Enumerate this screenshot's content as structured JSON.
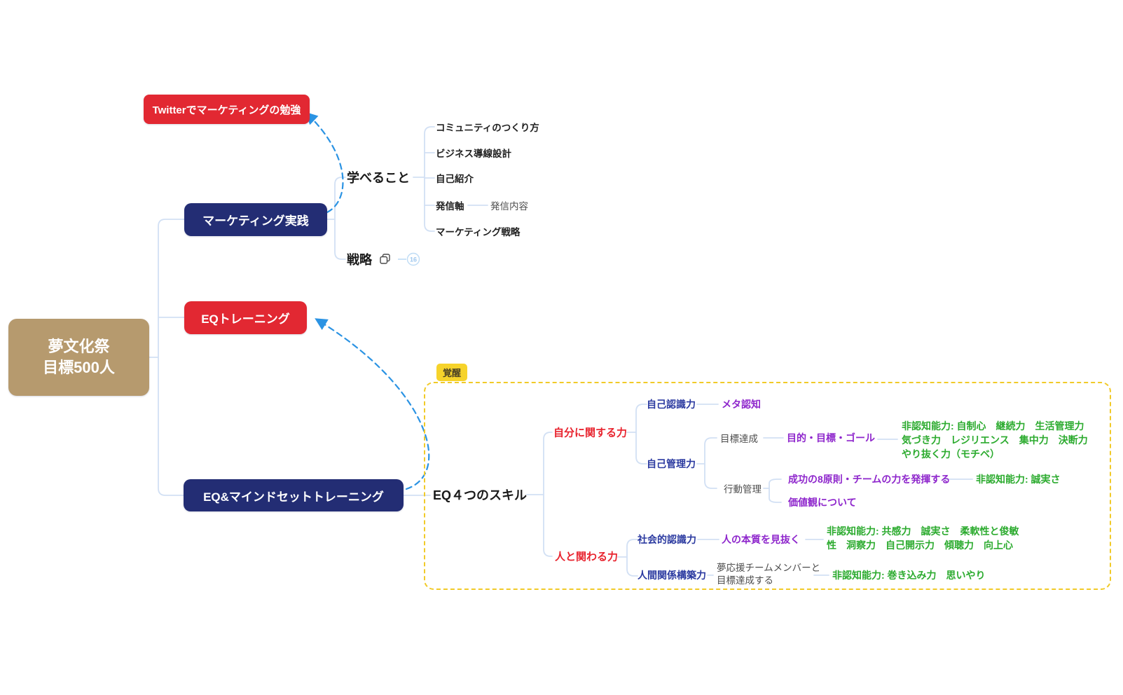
{
  "root": {
    "label": "夢文化祭\n目標500人"
  },
  "floating_topic": {
    "label": "Twitterでマーケティングの勉強"
  },
  "branches": {
    "marketing": "マーケティング実践",
    "eq_training": "EQトレーニング",
    "eq_mindset": "EQ&マインドセットトレーニング"
  },
  "learnable": {
    "label": "学べること",
    "children": [
      "コミュニティのつくり方",
      "ビジネス導線設計",
      "自己紹介",
      "発信軸",
      "マーケティング戦略"
    ],
    "hasshin_child": "発信内容"
  },
  "strategy": {
    "label": "戦略",
    "collapsed_count": "16"
  },
  "awakening_boundary": {
    "tag": "覚醒"
  },
  "eq4": {
    "label": "EQ４つのスキル",
    "self_branch": "自分に関する力",
    "people_branch": "人と関わる力",
    "self_awareness": "自己認識力",
    "metacognition": "メタ認知",
    "self_management": "自己管理力",
    "goal_achievement": "目標達成",
    "purpose_goal": "目的・目標・ゴール",
    "goal_noncognitive": "非認知能力: 自制心　継続力　生活管理力　気づき力　レジリエンス　集中力　決断力　やり抜く力（モチベ）",
    "behavior_management": "行動管理",
    "success_principles": "成功の8原則・チームの力を発揮する",
    "principles_noncognitive": "非認知能力: 誠実さ",
    "values": "価値観について",
    "social_awareness": "社会的認識力",
    "see_essence": "人の本質を見抜く",
    "essence_noncognitive": "非認知能力: 共感力　誠実さ　柔軟性と俊敏性　洞察力　自己開示力　傾聴力　向上心",
    "relationship_building": "人間関係構築力",
    "team_goal": "夢応援チームメンバーと\n目標達成する",
    "team_noncognitive": "非認知能力: 巻き込み力　思いやり"
  },
  "colors": {
    "root_bg": "#b69a6e",
    "navy_bg": "#232d74",
    "red_bg": "#e22832",
    "red_text": "#e8232e",
    "blue_text": "#2b3aa0",
    "purple_text": "#8e26cc",
    "green_text": "#2cab2f",
    "relation_blue": "#2b93e3",
    "boundary_yellow": "#f1ca28"
  }
}
